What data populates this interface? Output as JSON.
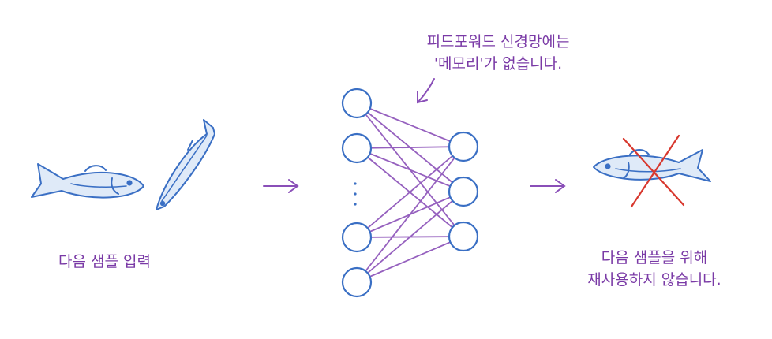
{
  "colors": {
    "fish_stroke": "#3a6fc4",
    "fish_fill": "#dfeaf8",
    "arrow": "#8a4fb8",
    "network": "#8a4fb8",
    "node": "#3a6fc4",
    "cross": "#d8382e",
    "text": "#7a3aa6"
  },
  "left": {
    "caption": "다음 샘플 입력"
  },
  "network": {
    "annotation_line1": "피드포워드 신경망에는",
    "annotation_line2": "'메모리'가 없습니다.",
    "ellipsis": "⋮"
  },
  "right": {
    "caption_line1": "다음 샘플을 위해",
    "caption_line2": "재사용하지 않습니다."
  },
  "icons": [
    "fish-icon",
    "arrow-right-icon",
    "neuron-node",
    "cross-icon"
  ]
}
